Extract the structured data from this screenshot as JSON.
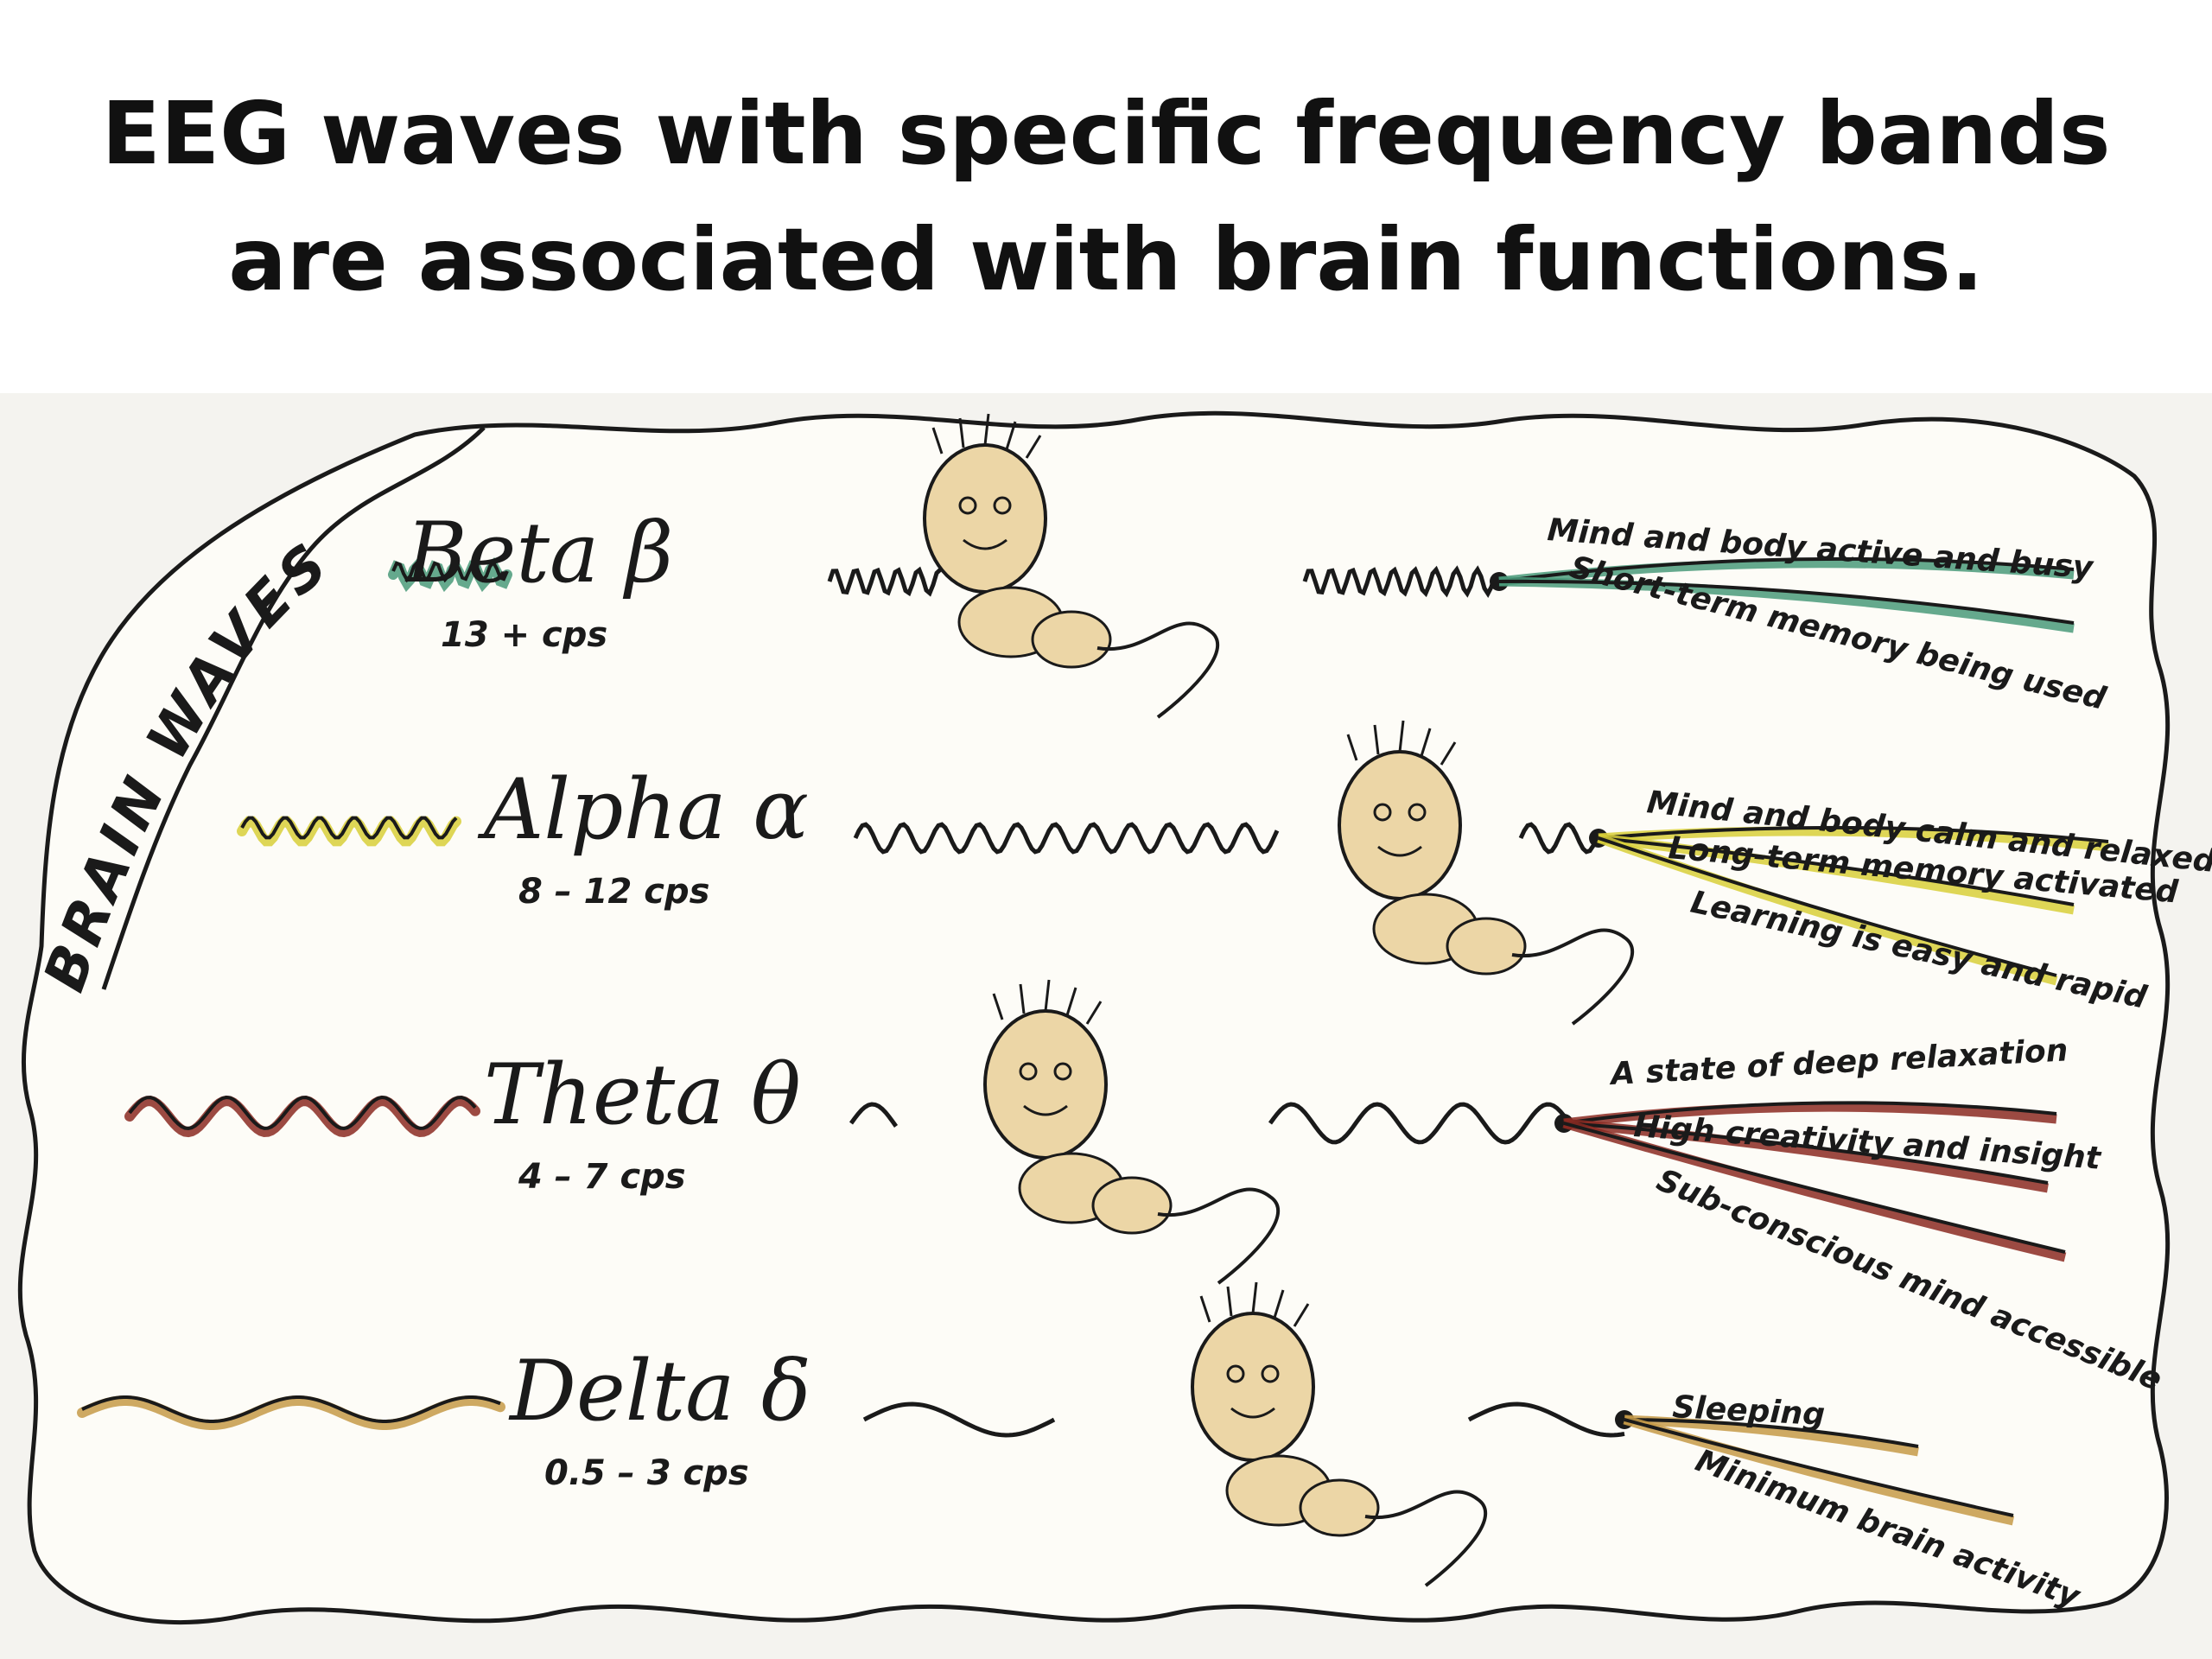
{
  "title": {
    "line1": "EEG waves with specific frequency bands",
    "line2": "are associated with brain functions."
  },
  "banner": "BRAIN WAVES",
  "bands": [
    {
      "name": "Beta β",
      "freq": "13 + cps",
      "color": "#4a9a7a",
      "descriptions": [
        "Mind and body active and busy",
        "Short-term memory being used"
      ]
    },
    {
      "name": "Alpha α",
      "freq": "8 – 12 cps",
      "color": "#d8cf3a",
      "descriptions": [
        "Mind and body calm and relaxed",
        "Long-term memory activated",
        "Learning is easy and rapid"
      ]
    },
    {
      "name": "Theta θ",
      "freq": "4 – 7 cps",
      "color": "#8b2a22",
      "descriptions": [
        "A state of deep relaxation",
        "High creativity and insight",
        "Sub-conscious mind accessible"
      ]
    },
    {
      "name": "Delta δ",
      "freq": "0.5 – 3 cps",
      "color": "#c69a48",
      "descriptions": [
        "Sleeping",
        "Minimum brain activity"
      ]
    }
  ],
  "colors": {
    "ink": "#1a1a1a",
    "paper": "#fdfcf7",
    "figure": "#ecd6a6"
  }
}
